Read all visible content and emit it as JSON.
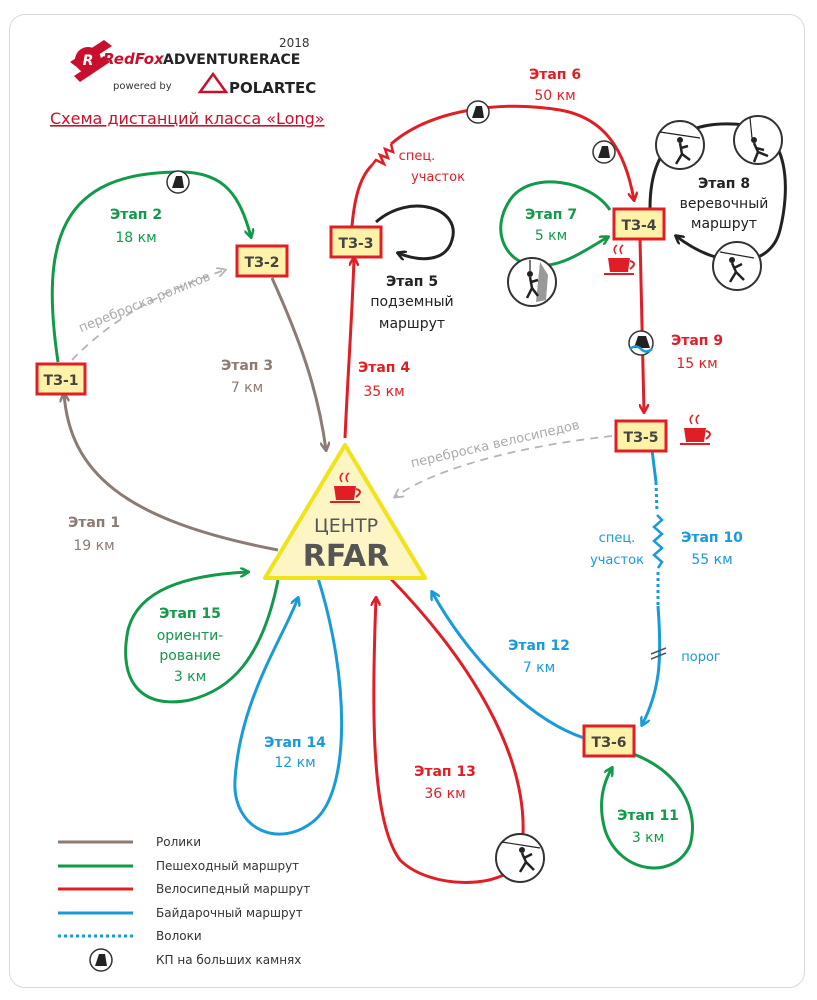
{
  "header": {
    "year": "2018",
    "brand_redfox": "RedFox",
    "brand_adventure": "ADVENTURERACE",
    "powered_by": "powered by",
    "polartec": "POLARTEC",
    "title": "Схема дистанций класса «Long»"
  },
  "center": {
    "top": "ЦЕНТР",
    "bottom": "RFAR"
  },
  "checkpoints": {
    "tz1": "ТЗ-1",
    "tz2": "ТЗ-2",
    "tz3": "ТЗ-3",
    "tz4": "ТЗ-4",
    "tz5": "ТЗ-5",
    "tz6": "ТЗ-6"
  },
  "stages": {
    "s1": {
      "name": "Этап 1",
      "dist": "19 км"
    },
    "s2": {
      "name": "Этап 2",
      "dist": "18 км"
    },
    "s3": {
      "name": "Этап 3",
      "dist": "7 км"
    },
    "s4": {
      "name": "Этап 4",
      "dist": "35 км"
    },
    "s5": {
      "name": "Этап 5",
      "line2": "подземный",
      "line3": "маршрут"
    },
    "s6": {
      "name": "Этап 6",
      "dist": "50 км"
    },
    "s7": {
      "name": "Этап 7",
      "dist": "5 км"
    },
    "s8": {
      "name": "Этап 8",
      "line2": "веревочный",
      "line3": "маршрут"
    },
    "s9": {
      "name": "Этап 9",
      "dist": "15 км"
    },
    "s10": {
      "name": "Этап 10",
      "dist": "55 км"
    },
    "s11": {
      "name": "Этап 11",
      "dist": "3 км"
    },
    "s12": {
      "name": "Этап 12",
      "dist": "7 км"
    },
    "s13": {
      "name": "Этап 13",
      "dist": "36 км"
    },
    "s14": {
      "name": "Этап 14",
      "dist": "12 км"
    },
    "s15": {
      "name": "Этап 15",
      "line2": "ориенти-",
      "line3": "рование",
      "dist": "3 км"
    }
  },
  "notes": {
    "roller_transfer": "переброска роликов",
    "bike_transfer": "переброска велосипедов",
    "special_red_1": "спец.",
    "special_red_2": "участок",
    "special_blue_1": "спец.",
    "special_blue_2": "участок",
    "rapids": "порог"
  },
  "legend": [
    {
      "label": "Ролики",
      "color": "#8b7b72",
      "style": "solid"
    },
    {
      "label": "Пешеходный маршрут",
      "color": "#12994a",
      "style": "solid"
    },
    {
      "label": "Велосипедный маршрут",
      "color": "#e01e26",
      "style": "solid"
    },
    {
      "label": "Байдарочный маршрут",
      "color": "#1a9ad9",
      "style": "solid"
    },
    {
      "label": "Волоки",
      "color": "#1a9ad9",
      "style": "dotted"
    },
    {
      "label": "КП на больших камнях",
      "icon": "rock-checkpoint-icon"
    }
  ],
  "colors": {
    "roller": "#8b7b72",
    "hiking": "#12994a",
    "bike": "#e01e26",
    "kayak": "#1a9ad9",
    "rope": "#222222",
    "checkpoint_fill": "#fdf2a8",
    "checkpoint_border": "#e01e26",
    "center_fill": "#fdf6c4",
    "center_border": "#f2e21a"
  },
  "icons": [
    "rock-checkpoint-icon",
    "coffee-cup-icon",
    "climber-icon",
    "rapids-icon"
  ]
}
